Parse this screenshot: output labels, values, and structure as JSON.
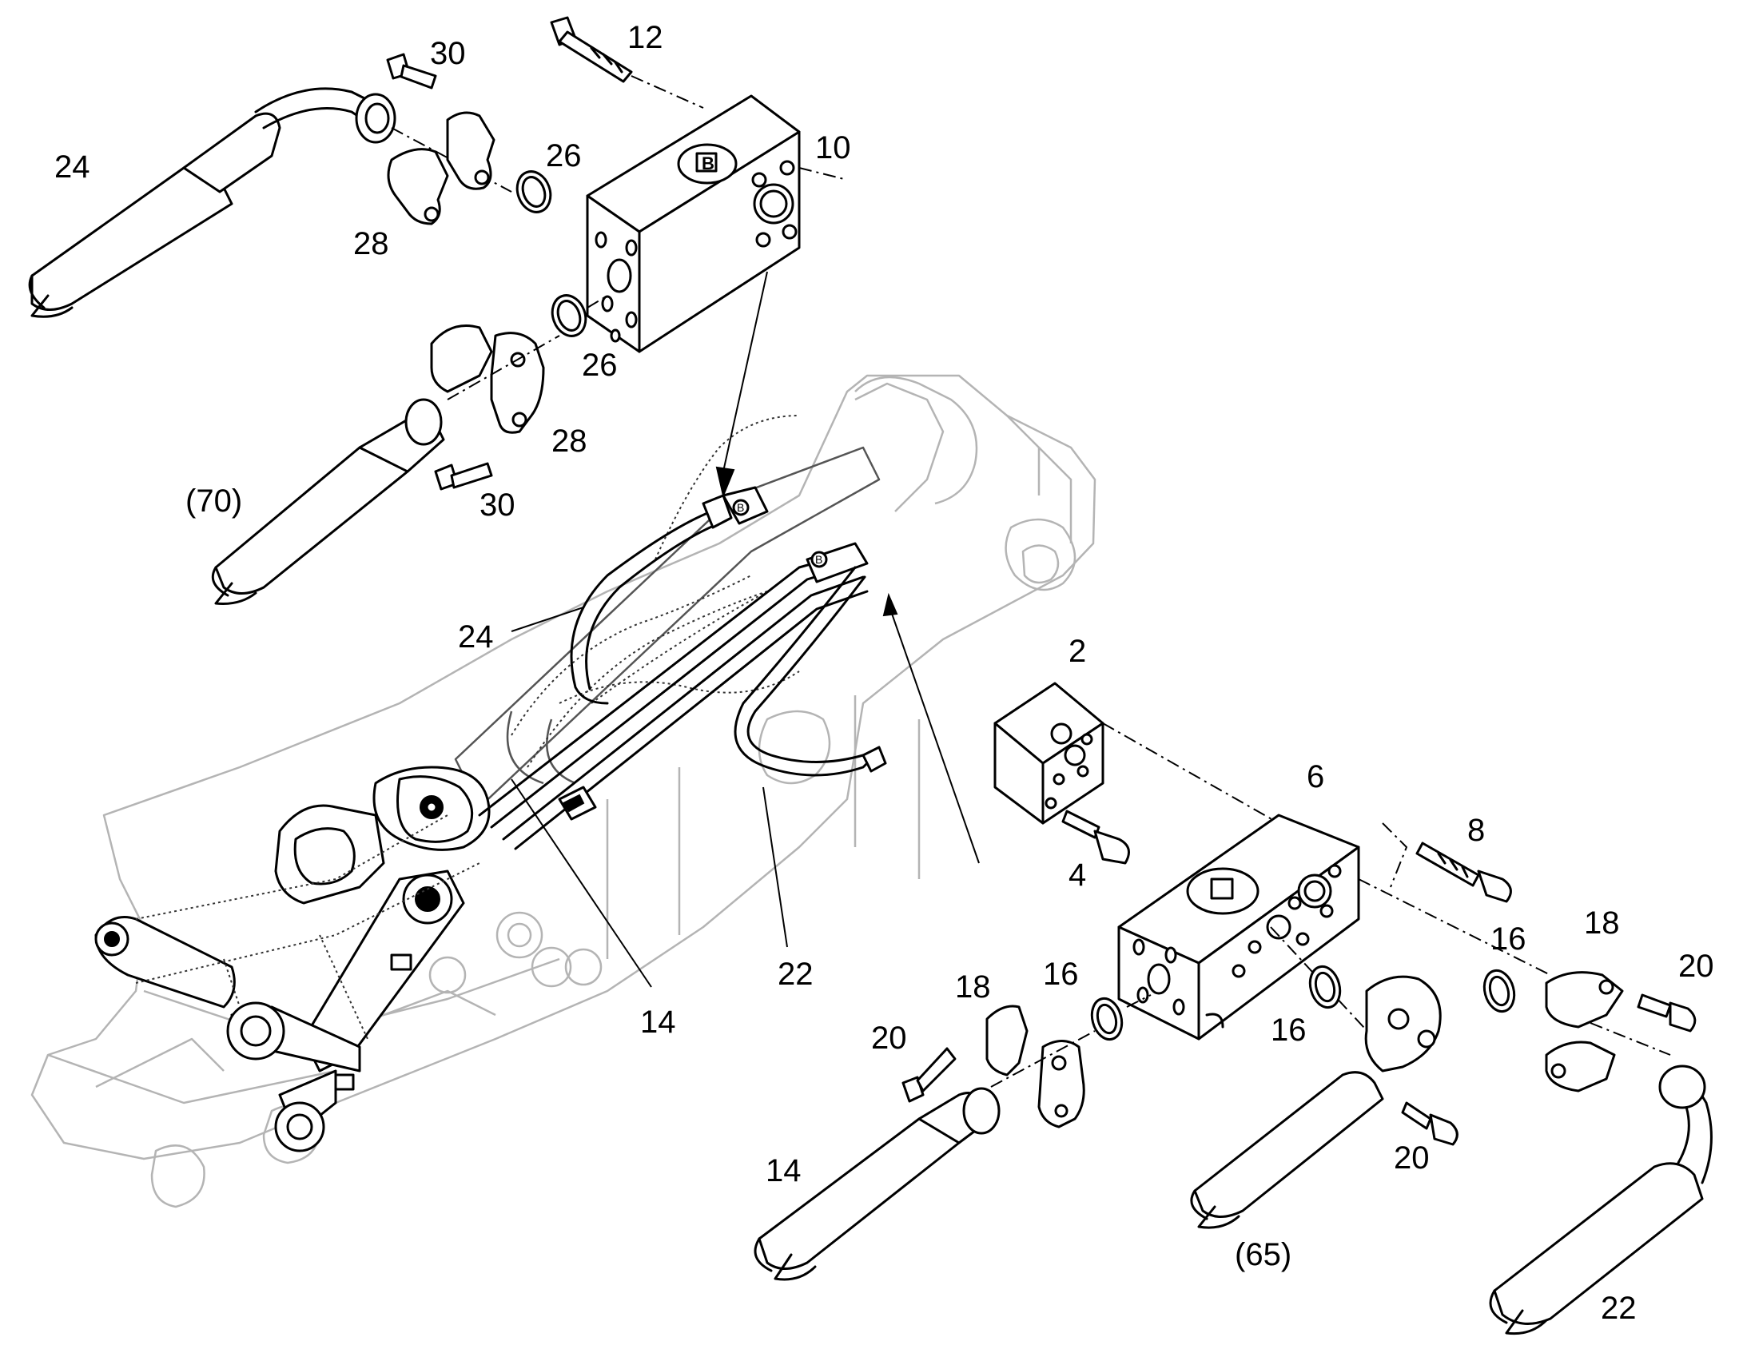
{
  "callouts": {
    "c24_top": "24",
    "c30_top": "30",
    "c12": "12",
    "c10": "10",
    "c26_top": "26",
    "c28_top": "28",
    "c26_mid": "26",
    "c28_mid": "28",
    "c70": "(70)",
    "c30_mid": "30",
    "c24_boom": "24",
    "c2": "2",
    "c6": "6",
    "c8": "8",
    "c4": "4",
    "c22_boom": "22",
    "c14_boom": "14",
    "c18_left": "18",
    "c16_left": "16",
    "c20_left": "20",
    "c16_mid": "16",
    "c16_right": "16",
    "c18_right": "18",
    "c20_right": "20",
    "c20_bottom": "20",
    "c14_bottom": "14",
    "c65": "(65)",
    "c22_bottom": "22"
  },
  "block_markers": {
    "top_block": "B",
    "left_hose_block": "B",
    "right_hose_block": "B"
  },
  "colors": {
    "ink": "#000000",
    "ghost_outline": "#b4b4b4",
    "background": "#ffffff"
  }
}
